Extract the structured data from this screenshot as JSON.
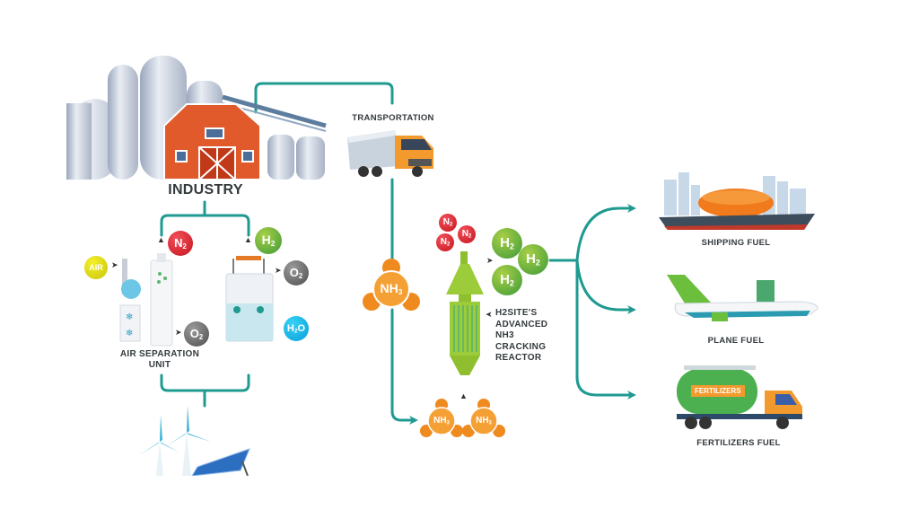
{
  "diagram": {
    "title": "Ammonia-based hydrogen supply chain",
    "colors": {
      "flow_line": "#1f9a91",
      "n2_red": "#d41f28",
      "h2_green": "#6fb73f",
      "o2_gray": "#6b6b6b",
      "air_yellow": "#e4e01a",
      "h2o_cyan": "#1ab8e8",
      "nh3_orange": "#ef8a1f",
      "reactor_green": "#9ccc3a"
    },
    "nodes": {
      "industry": {
        "label": "INDUSTRY",
        "icon": "factory-barn-silos-icon"
      },
      "transportation": {
        "label": "TRANSPORTATION",
        "icon": "truck-icon"
      },
      "air_separation": {
        "label_line1": "AIR SEPARATION",
        "label_line2": "UNIT",
        "icon": "air-separation-column-icon"
      },
      "electrolyzer": {
        "icon": "electrolyzer-tank-icon"
      },
      "renewables": {
        "icon": "wind-turbines-solar-panel-icon"
      },
      "reactor": {
        "label_line1": "H2SITE'S",
        "label_line2": "ADVANCED",
        "label_line3": "NH3",
        "label_line4": "CRACKING",
        "label_line5": "REACTOR",
        "icon": "cracking-reactor-icon"
      },
      "shipping": {
        "label": "SHIPPING FUEL",
        "icon": "tanker-ship-icon"
      },
      "plane": {
        "label": "PLANE FUEL",
        "icon": "airplane-icon"
      },
      "fertilizers": {
        "label": "FERTILIZERS FUEL",
        "tank_text": "FERTILIZERS",
        "icon": "tanker-truck-icon"
      }
    },
    "molecules": {
      "air": "AIR",
      "n2": {
        "base": "N",
        "sub": "2"
      },
      "h2": {
        "base": "H",
        "sub": "2"
      },
      "o2": {
        "base": "O",
        "sub": "2"
      },
      "h2o": {
        "pre": "H",
        "sub": "2",
        "post": "O"
      },
      "nh3": {
        "base": "NH",
        "sub": "3"
      }
    }
  }
}
